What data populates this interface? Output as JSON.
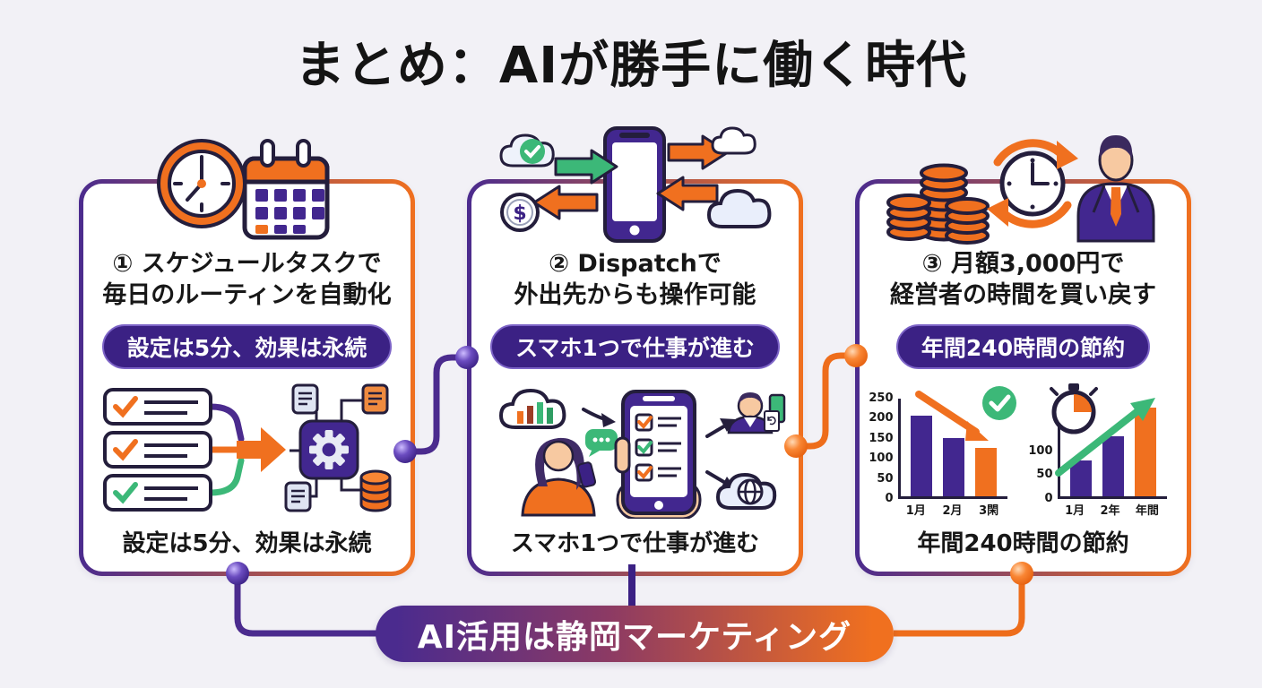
{
  "page": {
    "title": "まとめ：AIが勝手に働く時代"
  },
  "banner": {
    "label": "AI活用は静岡マーケティング"
  },
  "colors": {
    "purple": "#42278f",
    "deep_purple": "#3b2184",
    "orange": "#f0701f",
    "green": "#3cb878",
    "outline": "#241e3c",
    "background": "#f2f1f6"
  },
  "cards": [
    {
      "title": "① スケジュールタスクで\n毎日のルーティンを自動化",
      "badge": "設定は5分、効果は永続",
      "caption": "設定は5分、効果は永続",
      "icons": [
        "clock-icon",
        "calendar-icon"
      ],
      "illustration": "checklist-to-gear-automation"
    },
    {
      "title": "② Dispatchで\n外出先からも操作可能",
      "badge": "スマホ1つで仕事が進む",
      "caption": "スマホ1つで仕事が進む",
      "icons": [
        "cloud-check-icon",
        "smartphone-sync-arrows-icon",
        "dollar-coin-icon",
        "cloud-icon"
      ],
      "illustration": "mobile-workflow"
    },
    {
      "title": "③ 月額3,000円で\n経営者の時間を買い戻す",
      "badge": "年間240時間の節約",
      "caption": "年間240時間の節約",
      "icons": [
        "coin-stacks-icon",
        "time-refresh-icon",
        "businessman-icon"
      ],
      "illustration": "time-saving-charts"
    }
  ],
  "chart_data": [
    {
      "type": "bar",
      "categories": [
        "1月",
        "2月",
        "3閑"
      ],
      "values": [
        200,
        145,
        120
      ],
      "bar_colors": [
        "#42278f",
        "#42278f",
        "#f0701f"
      ],
      "ylim": [
        0,
        250
      ],
      "yticks": [
        0,
        50,
        100,
        150,
        200,
        250
      ],
      "grid": false,
      "legend": false,
      "annotations": [
        "declining-orange-arrow",
        "green-check-circle"
      ]
    },
    {
      "type": "bar",
      "categories": [
        "1月",
        "2年",
        "年間"
      ],
      "values": [
        75,
        125,
        185
      ],
      "bar_colors": [
        "#42278f",
        "#42278f",
        "#f0701f"
      ],
      "ylim": [
        0,
        210
      ],
      "yticks": [
        0,
        50,
        100
      ],
      "grid": false,
      "legend": false,
      "annotations": [
        "rising-green-arrow",
        "stopwatch-icon"
      ]
    }
  ]
}
